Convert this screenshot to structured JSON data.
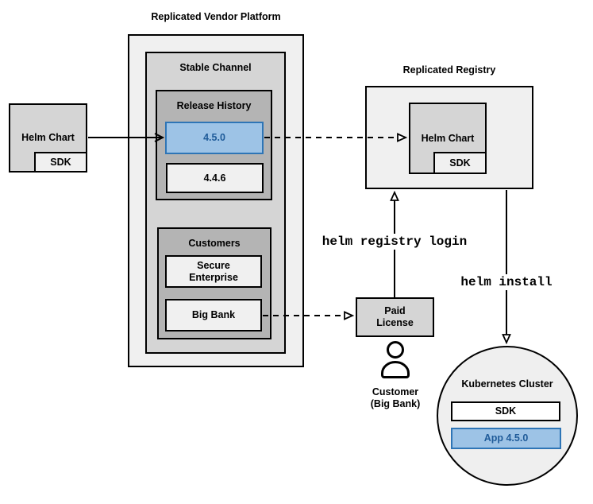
{
  "diagram": {
    "platform": {
      "title": "Replicated Vendor Platform",
      "stable_channel": {
        "label": "Stable Channel",
        "release_history": {
          "label": "Release History",
          "releases": [
            {
              "version": "4.5.0",
              "highlighted": true
            },
            {
              "version": "4.4.6",
              "highlighted": false
            }
          ]
        },
        "customers": {
          "label": "Customers",
          "items": [
            {
              "lines": [
                "Secure",
                "Enterprise"
              ]
            },
            {
              "lines": [
                "Big Bank"
              ]
            }
          ]
        }
      }
    },
    "source": {
      "helm_chart_label": "Helm Chart",
      "sdk_label": "SDK"
    },
    "registry": {
      "title": "Replicated Registry",
      "helm_chart_label": "Helm Chart",
      "sdk_label": "SDK"
    },
    "license": {
      "lines": [
        "Paid",
        "License"
      ]
    },
    "customer": {
      "lines": [
        "Customer",
        "(Big Bank)"
      ],
      "icon": "person-icon"
    },
    "commands": {
      "registry_login": "helm registry login",
      "install": "helm install"
    },
    "kubernetes": {
      "title": "Kubernetes Cluster",
      "sdk_label": "SDK",
      "app_label": "App 4.5.0"
    },
    "colors": {
      "highlight_fill": "#9dc3e6",
      "highlight_border": "#2e75b6",
      "highlight_text": "#1f5b99",
      "box_light": "#f0f0f0",
      "box_mid": "#d5d5d5",
      "box_dark": "#b4b4b4",
      "line": "#000000"
    }
  }
}
